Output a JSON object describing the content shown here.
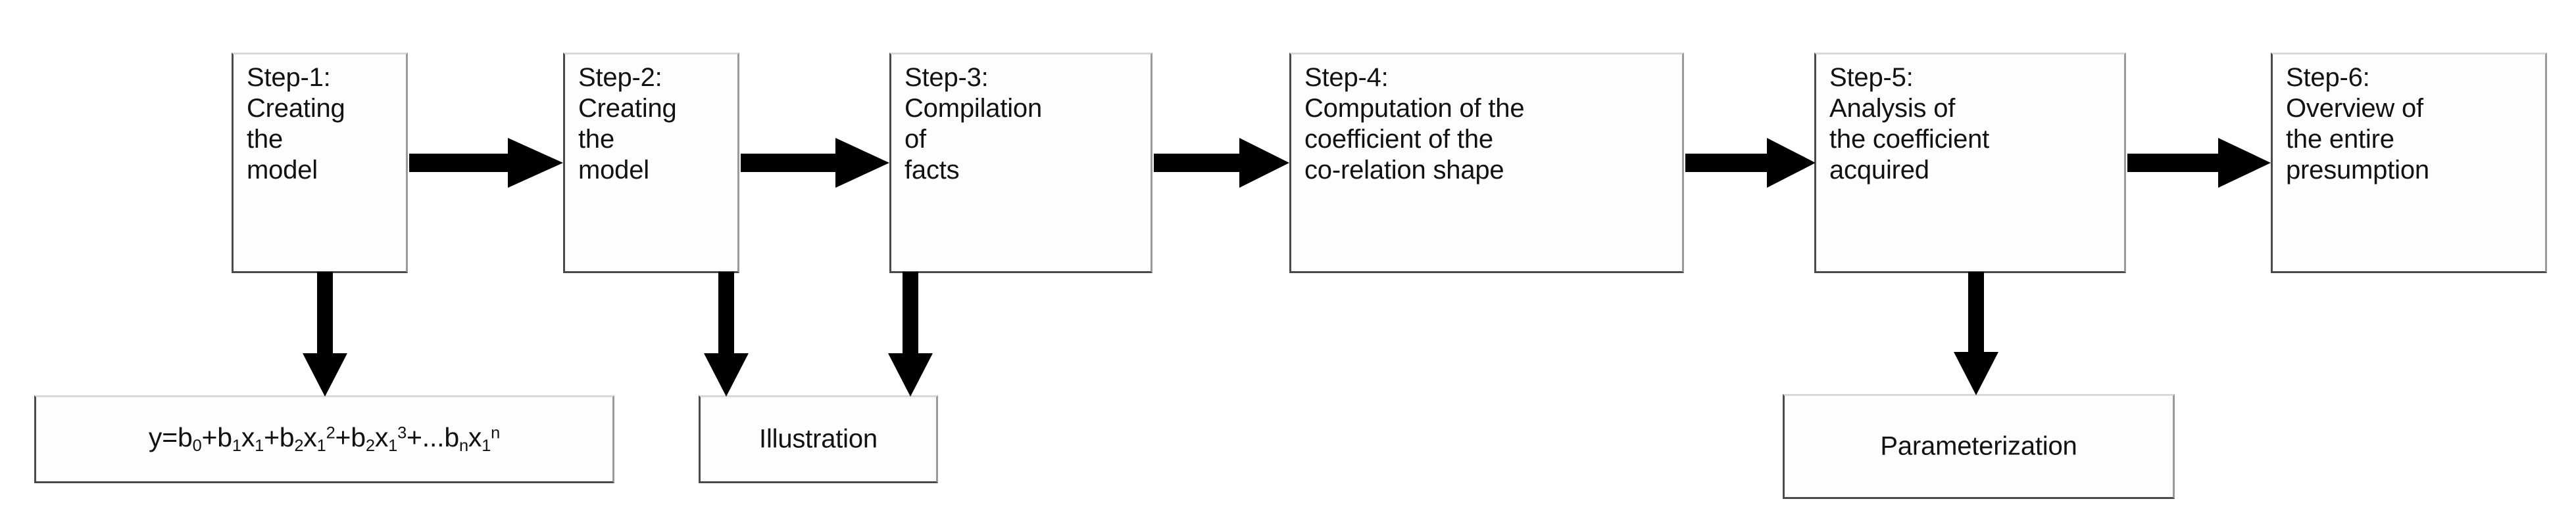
{
  "diagram": {
    "title": "Six step modelling flowchart",
    "colors": {
      "box_border": "#4a4a4a",
      "box_fill": "#fdfdfd",
      "arrow": "#000000",
      "text": "#121212",
      "background": "#ffffff"
    },
    "steps": [
      {
        "id": "step-1",
        "label": "Step-1:\nCreating\nthe\nmodel"
      },
      {
        "id": "step-2",
        "label": "Step-2:\nCreating\nthe\nmodel"
      },
      {
        "id": "step-3",
        "label": "Step-3:\nCompilation\nof\nfacts"
      },
      {
        "id": "step-4",
        "label": "Step-4:\nComputation of the\ncoefficient of the\nco-relation shape"
      },
      {
        "id": "step-5",
        "label": "Step-5:\nAnalysis of\nthe coefficient\nacquired"
      },
      {
        "id": "step-6",
        "label": "Step-6:\nOverview of\nthe entire\npresumption"
      }
    ],
    "outputs": [
      {
        "id": "formula-box",
        "label": "y=b0+b1x1+b2x1^2+b2x1^3+...bnx1^n"
      },
      {
        "id": "illustration-box",
        "label": "Illustration"
      },
      {
        "id": "parameterization-box",
        "label": "Parameterization"
      }
    ],
    "connections": [
      {
        "id": "arrow-step1-step2",
        "kind": "right-arrow",
        "from": "step-1",
        "to": "step-2"
      },
      {
        "id": "arrow-step2-step3",
        "kind": "right-arrow",
        "from": "step-2",
        "to": "step-3"
      },
      {
        "id": "arrow-step3-step4",
        "kind": "right-arrow",
        "from": "step-3",
        "to": "step-4"
      },
      {
        "id": "arrow-step4-step5",
        "kind": "right-arrow",
        "from": "step-4",
        "to": "step-5"
      },
      {
        "id": "arrow-step5-step6",
        "kind": "right-arrow",
        "from": "step-5",
        "to": "step-6"
      },
      {
        "id": "arrow-step1-formula",
        "kind": "down-arrow",
        "from": "step-1",
        "to": "formula-box"
      },
      {
        "id": "arrow-step2-illustration",
        "kind": "down-arrow",
        "from": "step-2",
        "to": "illustration-box"
      },
      {
        "id": "arrow-step3-illustration",
        "kind": "down-arrow",
        "from": "step-3",
        "to": "illustration-box"
      },
      {
        "id": "arrow-step5-parameterization",
        "kind": "down-arrow",
        "from": "step-5",
        "to": "parameterization-box"
      }
    ]
  }
}
